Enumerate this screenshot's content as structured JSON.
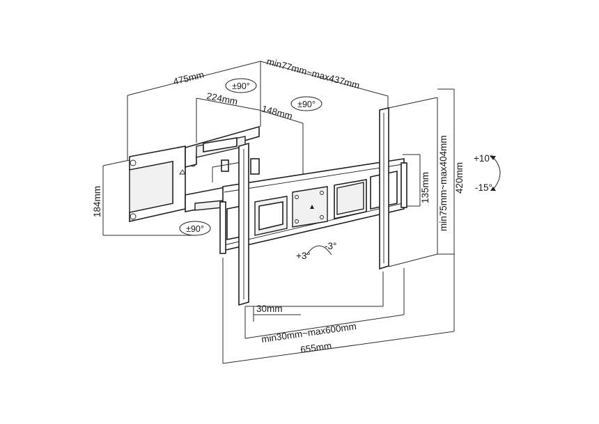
{
  "dimensions": {
    "wall_plate_width": "475mm",
    "arm_extension": "min77mm~max437mm",
    "arm_length_a": "224mm",
    "arm_length_b": "148mm",
    "wall_plate_height": "184mm",
    "vesa_vertical_inner": "135mm",
    "vesa_vertical": "min75mm~max404mm",
    "bracket_height": "420mm",
    "vesa_offset": "30mm",
    "vesa_horizontal": "min30mm~max600mm",
    "bracket_width": "655mm"
  },
  "rotation": {
    "swivel_top": "±90°",
    "swivel_arm": "±90°",
    "swivel_bottom": "±90°",
    "tilt_up": "+10°",
    "tilt_down": "-15°",
    "level_plus": "+3°",
    "level_minus": "-3°"
  }
}
